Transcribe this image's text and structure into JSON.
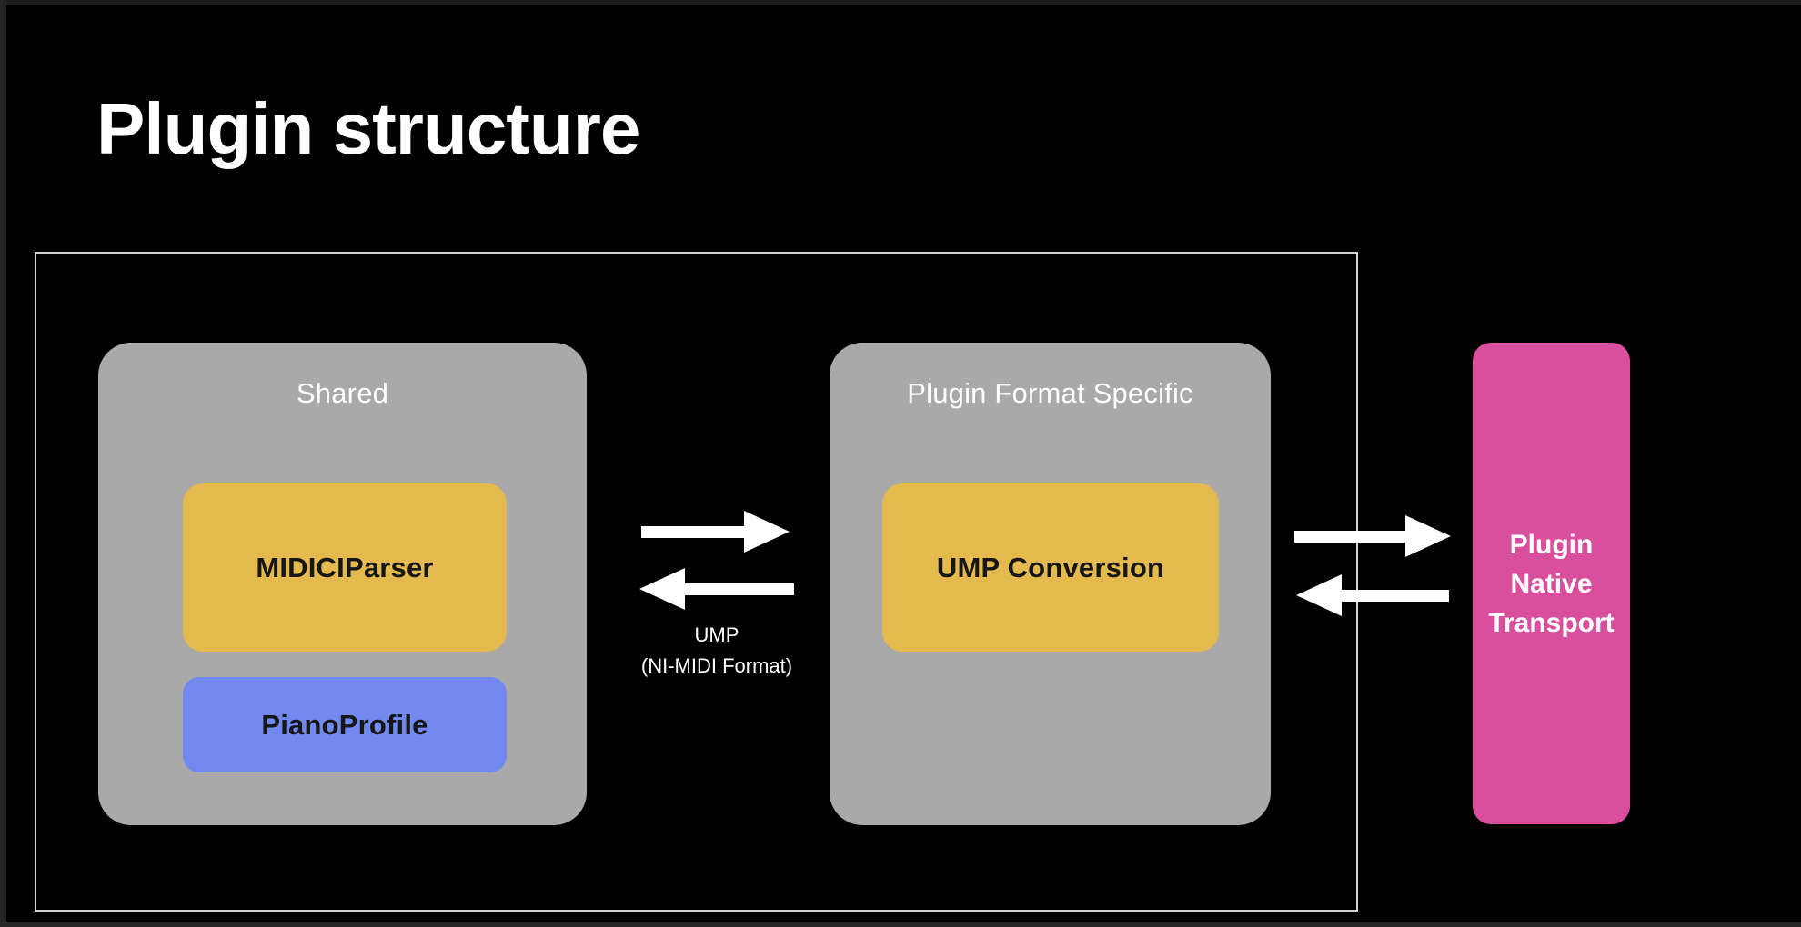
{
  "title": "Plugin structure",
  "colors": {
    "background": "#000000",
    "container_border": "#d4d4d4",
    "group_fill": "#a9a9a9",
    "module_yellow": "#e4b94e",
    "module_blue": "#7189ef",
    "transport_pink": "#d94f9e",
    "arrow": "#ffffff",
    "group_label_text": "#ffffff",
    "module_label_text": "#161616"
  },
  "diagram": {
    "host_container": {
      "groups": [
        {
          "label": "Shared",
          "modules": [
            {
              "label": "MIDICIParser",
              "color": "yellow"
            },
            {
              "label": "PianoProfile",
              "color": "blue"
            }
          ]
        },
        {
          "label": "Plugin Format Specific",
          "modules": [
            {
              "label": "UMP Conversion",
              "color": "yellow"
            }
          ]
        }
      ]
    },
    "ump_link_label": {
      "line1": "UMP",
      "line2": "(NI-MIDI Format)"
    },
    "native_transport": {
      "label": "Plugin Native Transport"
    }
  }
}
